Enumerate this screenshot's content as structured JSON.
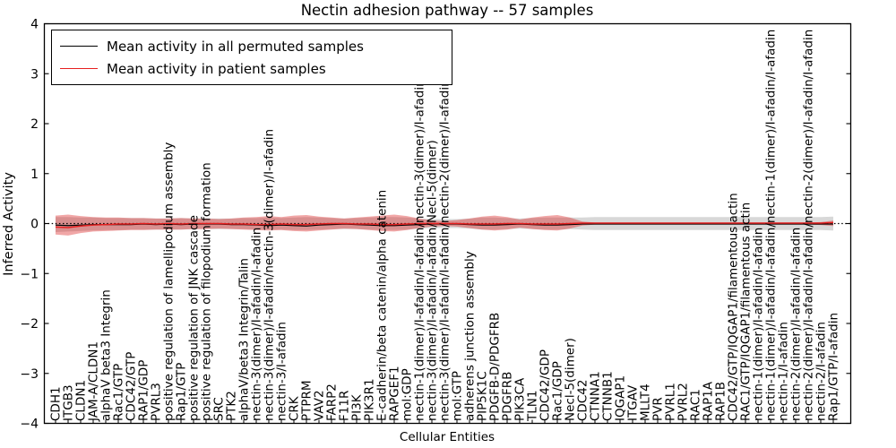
{
  "figure": {
    "title": "Nectin adhesion pathway -- 57 samples",
    "xlabel": "Cellular Entities",
    "ylabel": "Inferred Activity"
  },
  "legend": {
    "items": [
      {
        "label": "Mean activity in all permuted samples",
        "color": "#000000"
      },
      {
        "label": "Mean activity in patient samples",
        "color": "#e62020"
      }
    ]
  },
  "chart_data": {
    "type": "line",
    "title": "Nectin adhesion pathway -- 57 samples",
    "xlabel": "Cellular Entities",
    "ylabel": "Inferred Activity",
    "ylim": [
      -4,
      4
    ],
    "yticks": [
      4,
      3,
      2,
      1,
      0,
      -1,
      -2,
      -3,
      -4
    ],
    "ytick_labels": [
      "4",
      "3",
      "2",
      "1",
      "0",
      "−1",
      "−2",
      "−3",
      "−4"
    ],
    "grid": false,
    "legend_position": "upper left",
    "colors": {
      "patient_band": "#dd2222",
      "permuted_band": "#999999",
      "patient_line": "#e62020",
      "permuted_line": "#000000",
      "zero_line": "#000000"
    },
    "categories": [
      "CDH1",
      "ITGB3",
      "CLDN1",
      "JAM-A/CLDN1",
      "alphaV beta3 Integrin",
      "Rac1/GTP",
      "CDC42/GTP",
      "RAP1/GDP",
      "PVRL3",
      "positive regulation of lamellipodium assembly",
      "Rap1/GTP",
      "positive regulation of JNK cascade",
      "positive regulation of filopodium formation",
      "SRC",
      "PTK2",
      "alphaV/beta3 Integrin/Talin",
      "nectin-3(dimer)/I-afadin/I-afadin",
      "nectin-3(dimer)/I-afadin/nectin-3(dimer)/I-afadin",
      "nectin-3/I-afadin",
      "CRK",
      "PTPRM",
      "VAV2",
      "FARP2",
      "F11R",
      "PI3K",
      "PIK3R1",
      "E-cadherin/beta catenin/alpha catenin",
      "RAPGEF1",
      "mol:GDP",
      "nectin-1(dimer)/I-afadin/I-afadin/nectin-3(dimer)/I-afadin",
      "nectin-3(dimer)/I-afadin/I-afadin/Necl-5(dimer)",
      "nectin-3(dimer)/I-afadin/I-afadin/nectin-2(dimer)/I-afadin",
      "mol:GTP",
      "adherens junction assembly",
      "PIP5K1C",
      "PDGFB-D/PDGFRB",
      "PDGFRB",
      "PIK3CA",
      "TLN1",
      "CDC42/GDP",
      "Rac1/GDP",
      "Necl-5(dimer)",
      "CDC42",
      "CTNNA1",
      "CTNNB1",
      "IQGAP1",
      "ITGAV",
      "MLLT4",
      "PVR",
      "PVRL1",
      "PVRL2",
      "RAC1",
      "RAP1A",
      "RAP1B",
      "CDC42/GTP/IQGAP1/filamentous actin",
      "RAC1/GTP/IQGAP1/filamentous actin",
      "nectin-1(dimer)/I-afadin/I-afadin",
      "nectin-1(dimer)/I-afadin/I-afadin/nectin-1(dimer)/I-afadin/I-afadin",
      "nectin-1/I-afadin",
      "nectin-2(dimer)/I-afadin/I-afadin",
      "nectin-2(dimer)/I-afadin/I-afadin/nectin-2(dimer)/I-afadin/I-afadin",
      "nectin-2/I-afadin",
      "Rap1/GTP/I-afadin"
    ],
    "series": [
      {
        "name": "permuted range band",
        "type": "band",
        "color": "#999999",
        "upper": [
          0.13,
          0.13,
          0.12,
          0.12,
          0.11,
          0.11,
          0.11,
          0.11,
          0.1,
          0.1,
          0.11,
          0.1,
          0.1,
          0.1,
          0.1,
          0.11,
          0.11,
          0.12,
          0.11,
          0.12,
          0.13,
          0.12,
          0.11,
          0.1,
          0.11,
          0.12,
          0.13,
          0.13,
          0.12,
          0.1,
          0.09,
          0.09,
          0.09,
          0.1,
          0.12,
          0.12,
          0.11,
          0.1,
          0.11,
          0.12,
          0.12,
          0.12,
          0.12,
          0.13,
          0.13,
          0.13,
          0.13,
          0.13,
          0.13,
          0.13,
          0.13,
          0.13,
          0.13,
          0.13,
          0.13,
          0.13,
          0.13,
          0.13,
          0.13,
          0.13,
          0.13,
          0.13,
          0.14
        ],
        "lower": [
          -0.17,
          -0.16,
          -0.15,
          -0.14,
          -0.13,
          -0.13,
          -0.12,
          -0.12,
          -0.12,
          -0.12,
          -0.12,
          -0.11,
          -0.11,
          -0.11,
          -0.11,
          -0.11,
          -0.12,
          -0.12,
          -0.12,
          -0.13,
          -0.13,
          -0.12,
          -0.11,
          -0.11,
          -0.11,
          -0.12,
          -0.13,
          -0.13,
          -0.12,
          -0.1,
          -0.09,
          -0.09,
          -0.09,
          -0.1,
          -0.12,
          -0.12,
          -0.11,
          -0.1,
          -0.11,
          -0.12,
          -0.12,
          -0.11,
          -0.12,
          -0.13,
          -0.13,
          -0.13,
          -0.13,
          -0.13,
          -0.13,
          -0.13,
          -0.13,
          -0.13,
          -0.13,
          -0.13,
          -0.13,
          -0.13,
          -0.13,
          -0.13,
          -0.13,
          -0.13,
          -0.13,
          -0.13,
          -0.14
        ]
      },
      {
        "name": "patient range band",
        "type": "band",
        "color": "#dd2222",
        "upper": [
          0.16,
          0.18,
          0.15,
          0.13,
          0.12,
          0.12,
          0.11,
          0.11,
          0.1,
          0.1,
          0.11,
          0.1,
          0.1,
          0.09,
          0.1,
          0.12,
          0.13,
          0.15,
          0.13,
          0.16,
          0.17,
          0.14,
          0.12,
          0.1,
          0.12,
          0.14,
          0.16,
          0.18,
          0.15,
          0.1,
          0.06,
          0.05,
          0.07,
          0.1,
          0.14,
          0.16,
          0.13,
          0.08,
          0.12,
          0.15,
          0.17,
          0.12,
          0.04,
          0.02,
          0.02,
          0.02,
          0.02,
          0.02,
          0.02,
          0.02,
          0.02,
          0.02,
          0.02,
          0.02,
          0.02,
          0.02,
          0.02,
          0.02,
          0.02,
          0.02,
          0.02,
          0.03,
          0.06
        ],
        "lower": [
          -0.22,
          -0.24,
          -0.19,
          -0.16,
          -0.15,
          -0.14,
          -0.13,
          -0.13,
          -0.12,
          -0.12,
          -0.12,
          -0.11,
          -0.11,
          -0.1,
          -0.11,
          -0.12,
          -0.13,
          -0.14,
          -0.13,
          -0.15,
          -0.16,
          -0.14,
          -0.12,
          -0.1,
          -0.11,
          -0.13,
          -0.15,
          -0.16,
          -0.13,
          -0.09,
          -0.06,
          -0.05,
          -0.06,
          -0.09,
          -0.12,
          -0.14,
          -0.12,
          -0.08,
          -0.11,
          -0.13,
          -0.14,
          -0.1,
          -0.04,
          -0.02,
          -0.02,
          -0.02,
          -0.02,
          -0.02,
          -0.02,
          -0.02,
          -0.02,
          -0.02,
          -0.02,
          -0.02,
          -0.02,
          -0.02,
          -0.02,
          -0.02,
          -0.02,
          -0.02,
          -0.02,
          -0.03,
          -0.05
        ]
      },
      {
        "name": "zero reference",
        "type": "line",
        "style": "dotted",
        "color": "#000000",
        "value": 0
      },
      {
        "name": "Mean activity in all permuted samples",
        "type": "line",
        "style": "solid",
        "color": "#000000",
        "values": [
          -0.03,
          -0.04,
          -0.03,
          -0.02,
          -0.02,
          -0.02,
          -0.02,
          -0.01,
          -0.02,
          -0.01,
          -0.02,
          -0.01,
          -0.01,
          -0.01,
          -0.02,
          -0.02,
          -0.03,
          -0.04,
          -0.03,
          -0.04,
          -0.05,
          -0.03,
          -0.02,
          -0.01,
          -0.02,
          -0.03,
          -0.04,
          -0.04,
          -0.03,
          -0.02,
          -0.01,
          -0.01,
          -0.01,
          -0.02,
          -0.03,
          -0.03,
          -0.02,
          -0.01,
          -0.02,
          -0.03,
          -0.03,
          -0.02,
          -0.01,
          -0.01,
          -0.01,
          -0.01,
          -0.01,
          -0.01,
          -0.01,
          -0.01,
          -0.01,
          -0.01,
          -0.01,
          -0.01,
          -0.01,
          -0.01,
          -0.01,
          -0.01,
          -0.01,
          -0.01,
          -0.01,
          -0.01,
          -0.01
        ]
      },
      {
        "name": "Mean activity in patient samples",
        "type": "line",
        "style": "solid",
        "color": "#e62020",
        "values": [
          -0.07,
          -0.08,
          -0.05,
          -0.03,
          -0.02,
          -0.01,
          -0.01,
          0.0,
          -0.01,
          0.0,
          -0.01,
          0.0,
          0.0,
          0.0,
          -0.01,
          -0.01,
          -0.02,
          -0.02,
          -0.01,
          -0.02,
          -0.02,
          -0.01,
          0.0,
          0.0,
          -0.01,
          -0.01,
          -0.02,
          -0.02,
          -0.01,
          0.0,
          0.0,
          0.0,
          0.0,
          -0.01,
          -0.01,
          -0.01,
          0.0,
          0.0,
          -0.01,
          -0.01,
          -0.01,
          0.0,
          0.01,
          0.01,
          0.01,
          0.01,
          0.01,
          0.01,
          0.01,
          0.01,
          0.01,
          0.01,
          0.01,
          0.01,
          0.01,
          0.01,
          0.01,
          0.01,
          0.01,
          0.01,
          0.01,
          0.01,
          0.02
        ]
      }
    ]
  }
}
